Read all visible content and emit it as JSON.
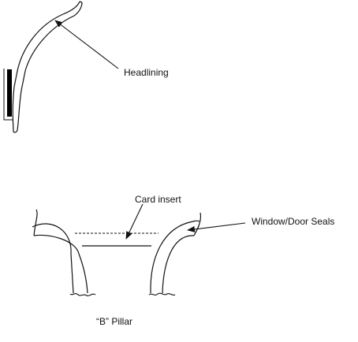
{
  "labels": {
    "headlining": "Headlining",
    "card_insert": "Card insert",
    "window_door_seals": "Window/Door Seals",
    "b_pillar": "“B” Pillar"
  },
  "colors": {
    "background": "#ffffff",
    "stroke": "#111111",
    "trim": "#000000"
  }
}
